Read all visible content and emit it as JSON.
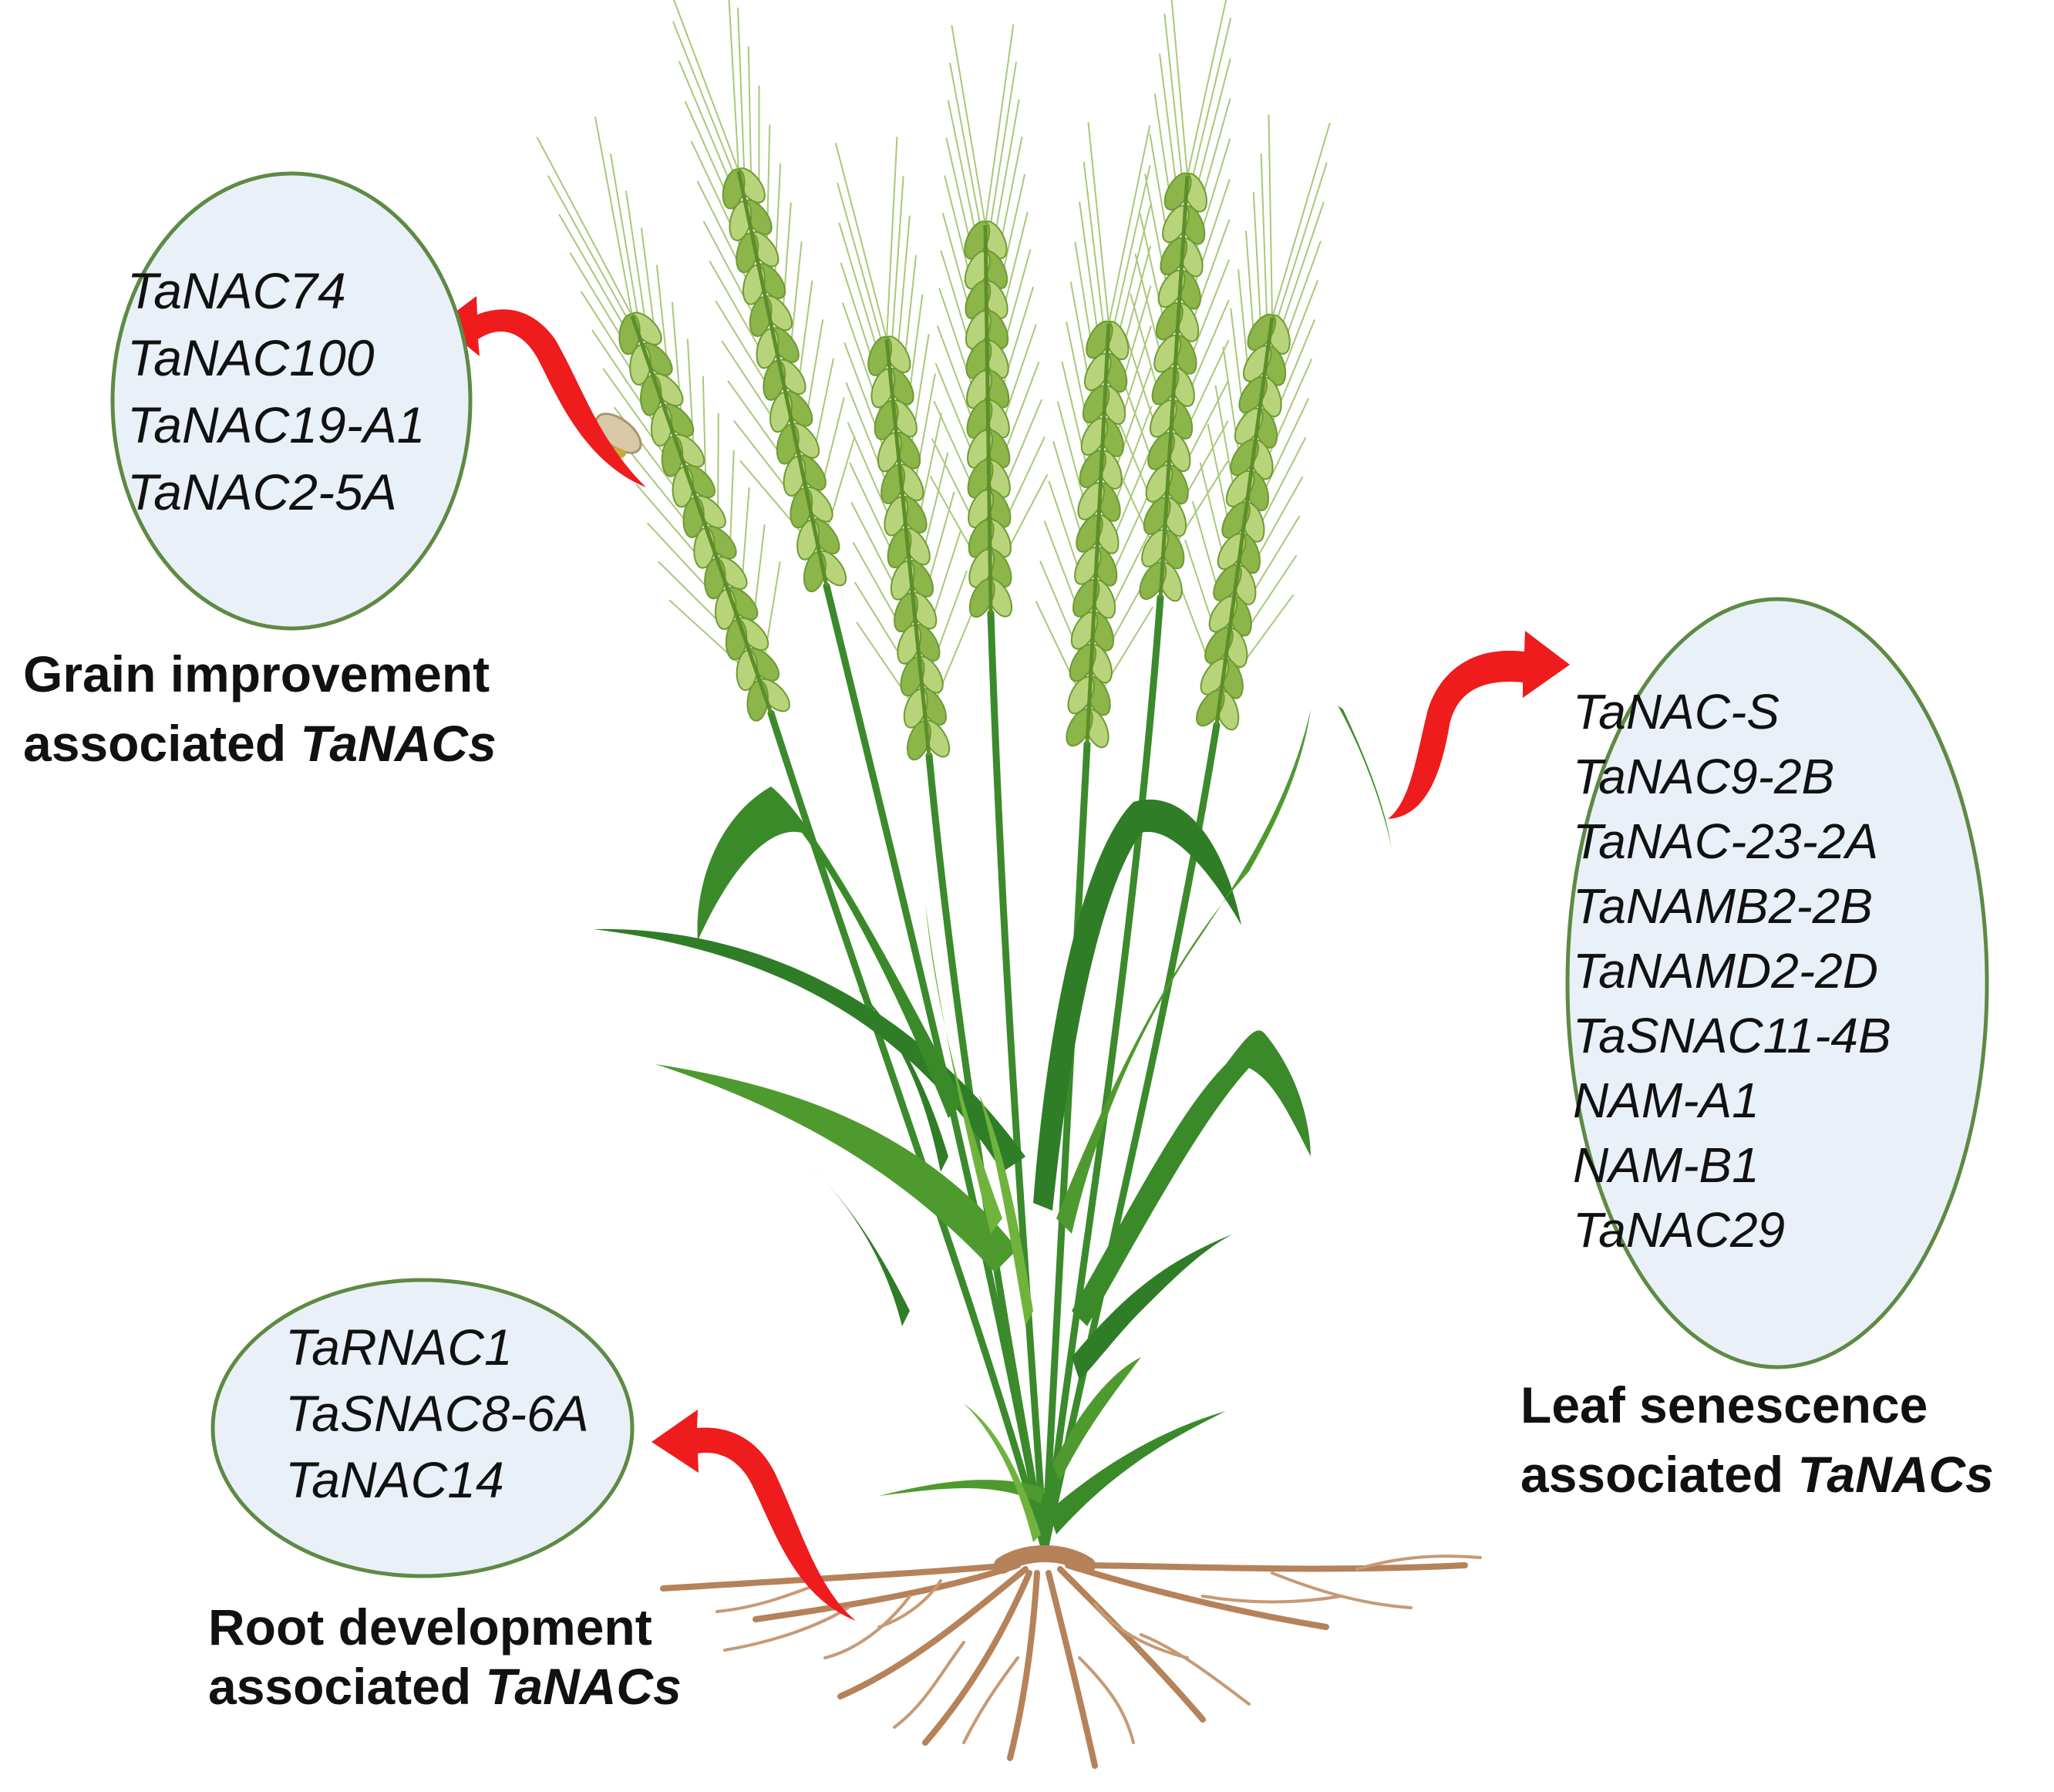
{
  "colors": {
    "ellipse_fill": "#e9f0f8",
    "ellipse_stroke": "#5e8a44",
    "arrow": "#ee1c1c",
    "stem": "#3b8a2c",
    "leaf_dark": "#2f7d26",
    "leaf_light": "#6fb33d",
    "spike": "#8cb54a",
    "spike_light": "#b8d47a",
    "awn": "#a7c97a",
    "root": "#b5825a",
    "root_dark": "#8a5a34",
    "seed": "#d9c7a8",
    "text": "#111111"
  },
  "groups": {
    "grain": {
      "genes": [
        "TaNAC74",
        "TaNAC100",
        "TaNAC19-A1",
        "TaNAC2-5A"
      ],
      "caption_line1": "Grain improvement",
      "caption_line2_plain": "associated ",
      "caption_line2_italic": "TaNACs",
      "arrow_icon": "red-curved-arrow-icon"
    },
    "leaf": {
      "genes": [
        "TaNAC-S",
        "TaNAC9-2B",
        "TaNAC-23-2A",
        "TaNAMB2-2B",
        "TaNAMD2-2D",
        "TaSNAC11-4B",
        "NAM-A1",
        "NAM-B1",
        "TaNAC29"
      ],
      "caption_line1": "Leaf senescence",
      "caption_line2_plain": "associated ",
      "caption_line2_italic": "TaNACs",
      "arrow_icon": "red-curved-arrow-icon"
    },
    "root": {
      "genes": [
        "TaRNAC1",
        "TaSNAC8-6A",
        "TaNAC14"
      ],
      "caption_line1": "Root development",
      "caption_line2_plain": "associated ",
      "caption_line2_italic": "TaNACs",
      "arrow_icon": "red-curved-arrow-icon"
    }
  },
  "illustration": {
    "plant_icon": "wheat-plant-icon",
    "seed_icon": "wheat-grain-icon",
    "leaf_icon": "detached-leaf-icon",
    "root_icon": "root-system-icon"
  }
}
